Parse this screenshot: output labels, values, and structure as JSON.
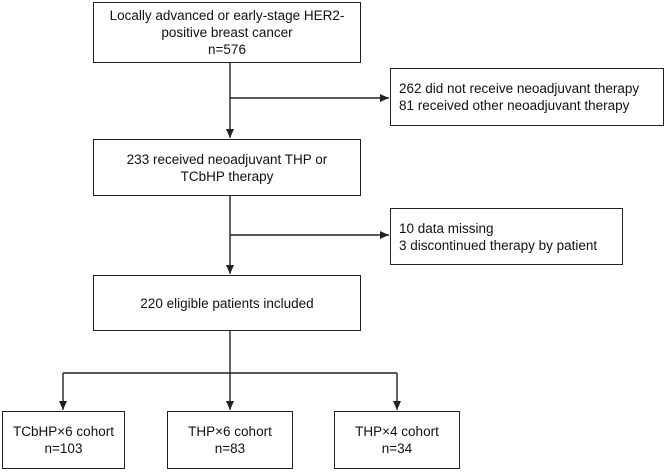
{
  "boxes": {
    "population": {
      "line1": "Locally advanced or early-stage HER2-",
      "line2": "positive breast cancer",
      "line3": "n=576"
    },
    "excluded1": {
      "line1": "262 did not receive neoadjuvant therapy",
      "line2": "81 received other neoadjuvant therapy"
    },
    "received": {
      "line1": "233 received neoadjuvant THP or",
      "line2": "TCbHP therapy"
    },
    "excluded2": {
      "line1": "10 data missing",
      "line2": "3 discontinued therapy by patient"
    },
    "eligible": {
      "line1": "220 eligible patients included"
    },
    "cohort_tcbhp": {
      "line1": "TCbHP×6 cohort",
      "line2": "n=103"
    },
    "cohort_thp6": {
      "line1": "THP×6 cohort",
      "line2": "n=83"
    },
    "cohort_thp4": {
      "line1": "THP×4 cohort",
      "line2": "n=34"
    }
  }
}
